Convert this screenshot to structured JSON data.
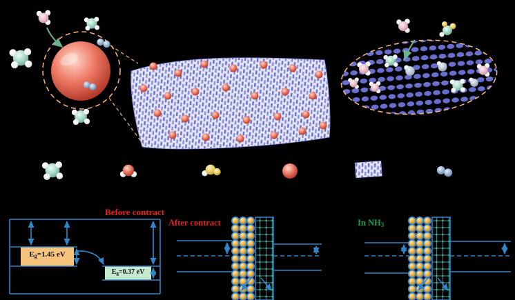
{
  "colors": {
    "background": "#000000",
    "magnifier_dashed": "#f2b27c",
    "band_lines": "#2f86c8",
    "before_left_box": "#f6c47c",
    "before_right_box": "#c4e9cf",
    "title_red": "#e8211d",
    "title_green": "#1d9e4e",
    "nanosheet_blue": "#6a6fce",
    "nanoparticle_red": "#c0392b",
    "lattice_teal": "#2f9d8f",
    "atom_gold": "#edaa3e"
  },
  "legend": {
    "items": [
      {
        "name": "teal-gas-molecule-icon"
      },
      {
        "name": "red-gas-molecule-icon"
      },
      {
        "name": "yellow-gas-molecule-icon"
      },
      {
        "name": "nanoparticle-icon"
      },
      {
        "name": "nanosheet-icon"
      },
      {
        "name": "blue-diatomic-molecule-icon"
      }
    ]
  },
  "band_diagrams": {
    "before": {
      "title": "Before contract",
      "left_gap_symbol": "E",
      "left_gap_sub": "g",
      "left_gap_value": "=1.45 eV",
      "right_gap_symbol": "E",
      "right_gap_sub": "g",
      "right_gap_value": "=0.37 eV"
    },
    "after": {
      "title": "After contract"
    },
    "in_nh3": {
      "title_prefix": "In NH",
      "title_sub": "3"
    }
  }
}
